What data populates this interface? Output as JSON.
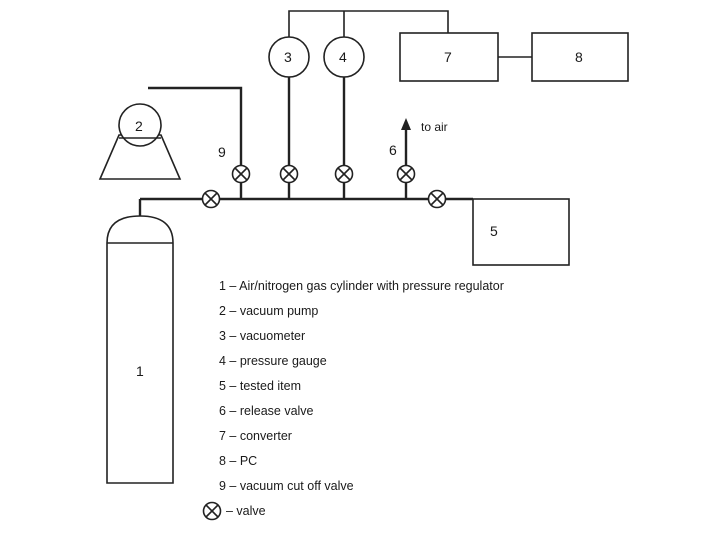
{
  "components": {
    "cylinder": "1",
    "pump": "2",
    "vacuometer": "3",
    "gauge": "4",
    "tested_item": "5",
    "release_valve": "6",
    "converter": "7",
    "pc": "8",
    "cutoff_valve": "9"
  },
  "to_air": "to air",
  "legend": [
    "1 – Air/nitrogen gas cylinder with pressure regulator",
    "2 – vacuum pump",
    "3 – vacuometer",
    "4 – pressure gauge",
    "5 – tested item",
    "6 – release valve",
    "7 – converter",
    "8 – PC",
    "9 – vacuum cut off valve"
  ],
  "valve_legend": "– valve"
}
